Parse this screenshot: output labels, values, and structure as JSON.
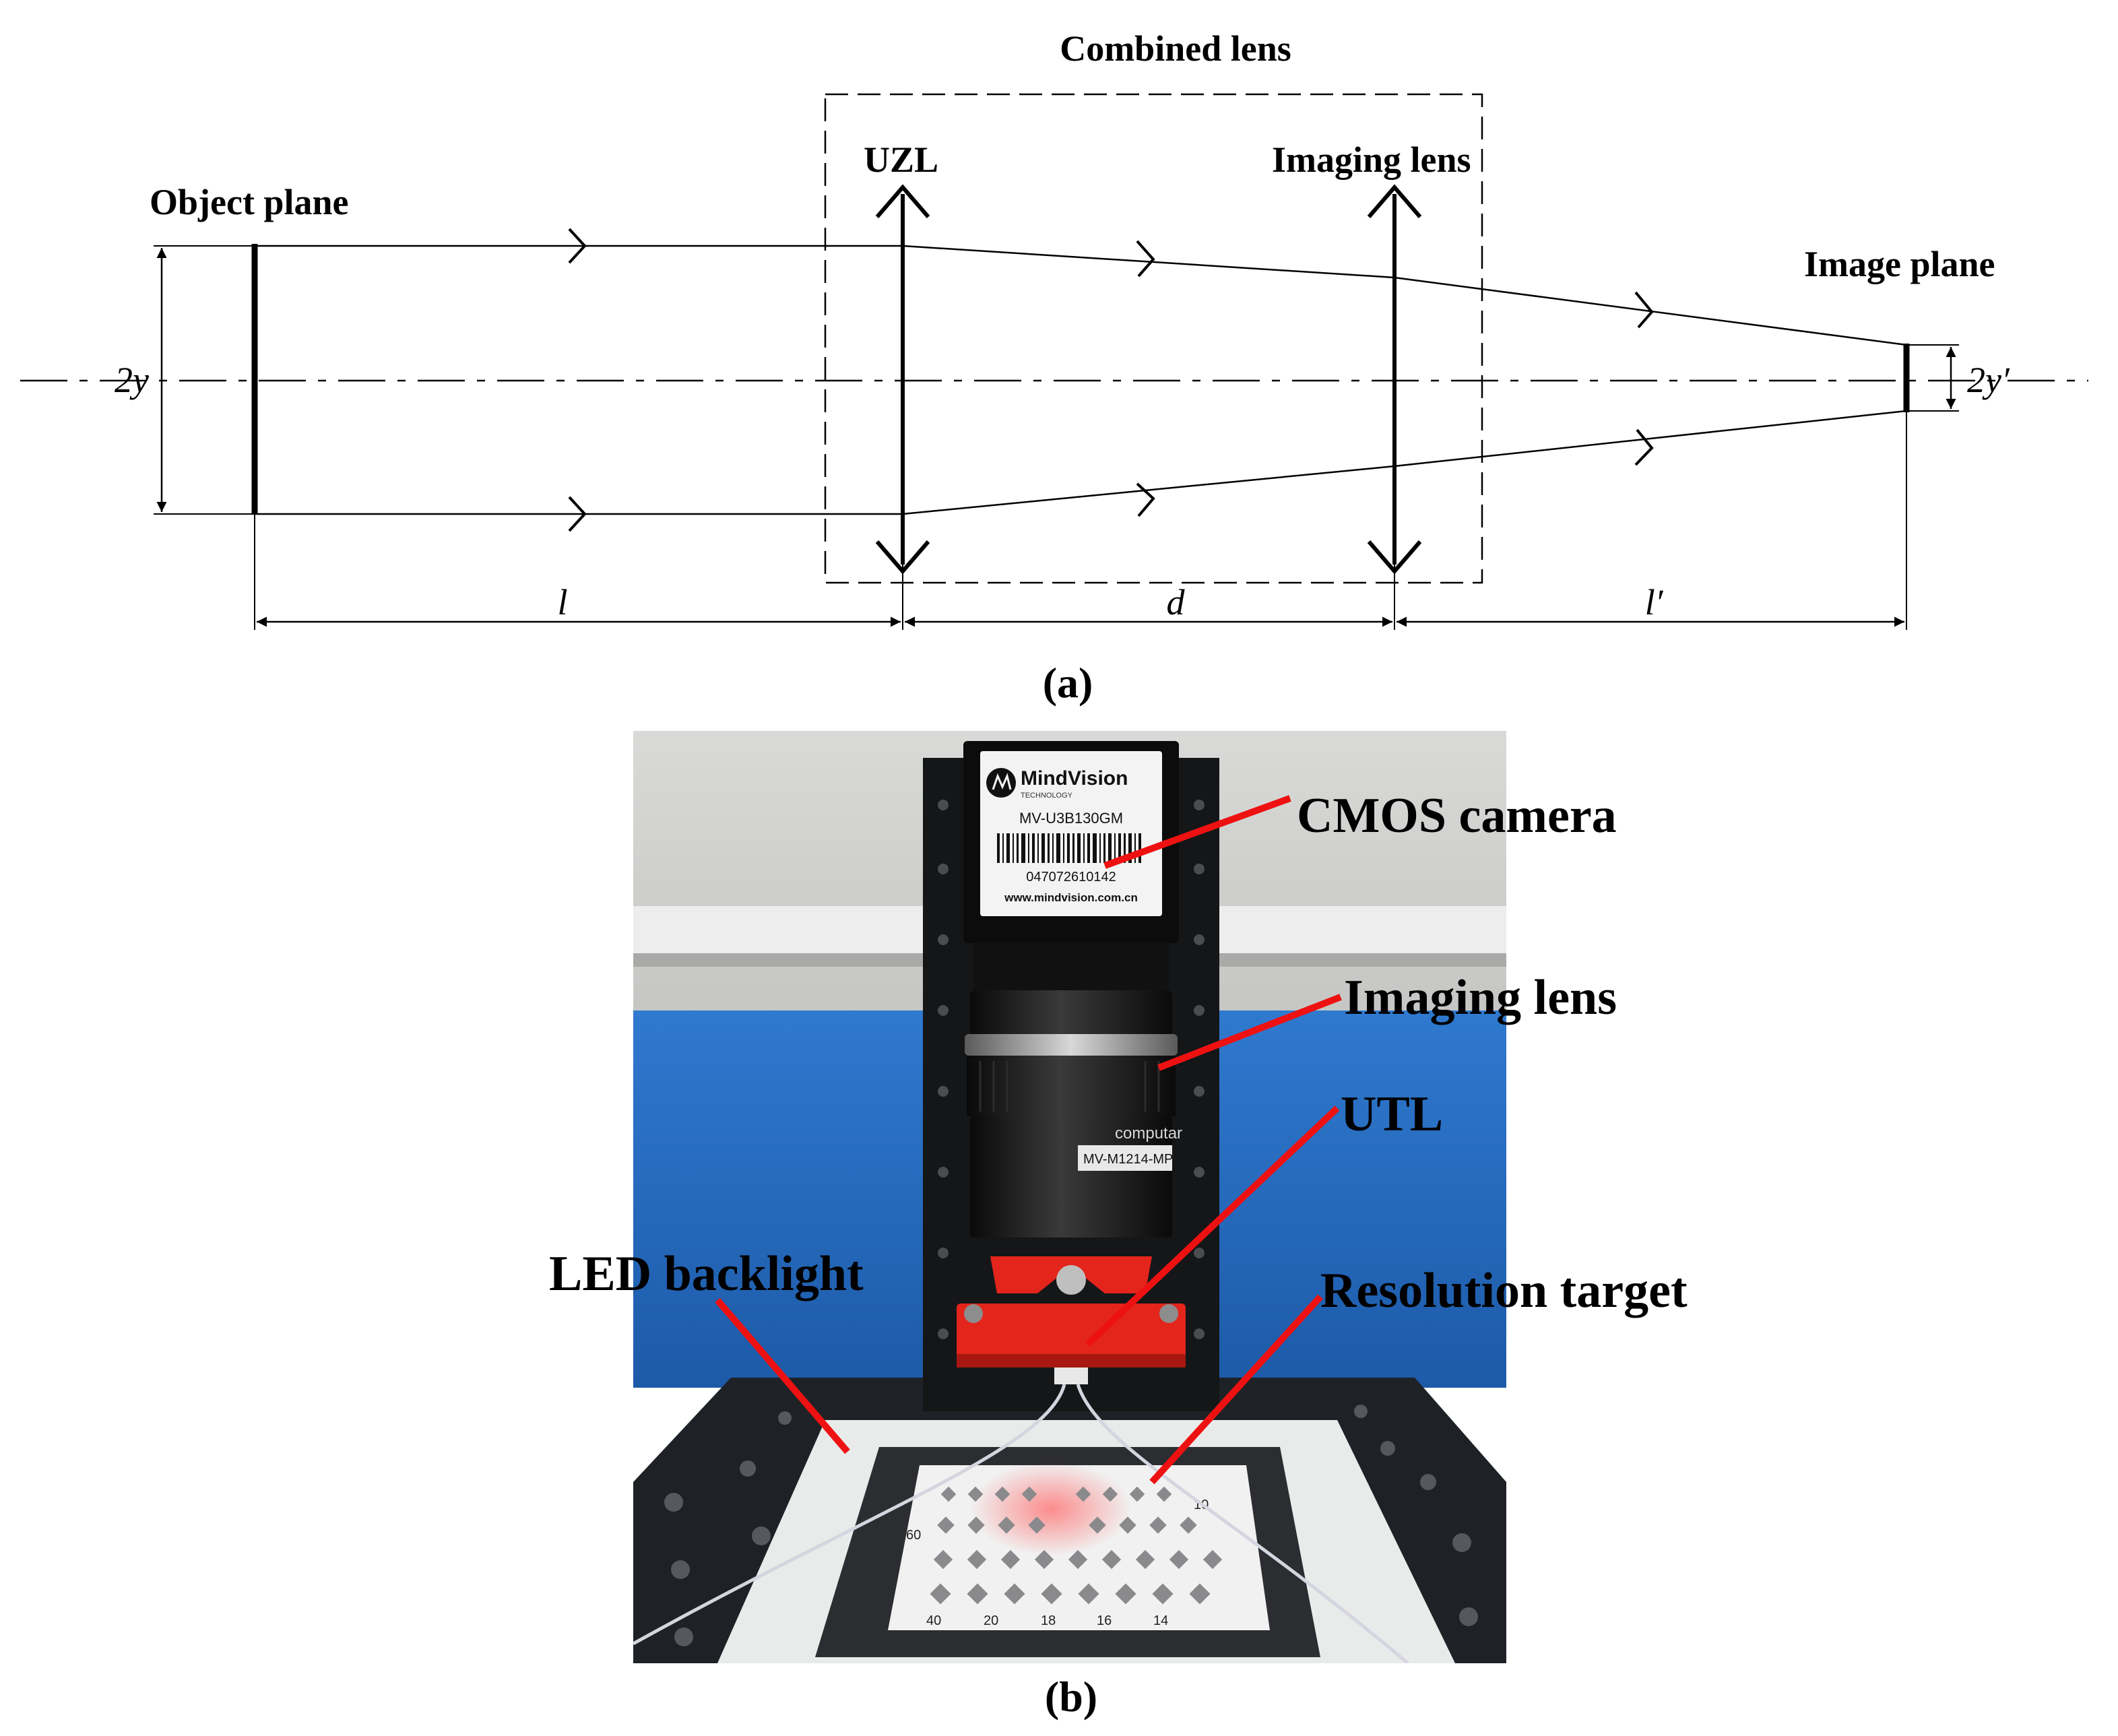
{
  "diagram_a": {
    "combined_lens_label": "Combined lens",
    "uzl_label": "UZL",
    "imaging_lens_label": "Imaging lens",
    "object_plane_label": "Object plane",
    "image_plane_label": "Image plane",
    "object_height_label": "2y",
    "image_height_label": "2y′",
    "dist_l_label": "l",
    "dist_d_label": "d",
    "dist_l_prime_label": "l′",
    "caption": "(a)"
  },
  "photo_b": {
    "cmos_camera_label": "CMOS camera",
    "imaging_lens_label": "Imaging lens",
    "utl_label": "UTL",
    "led_backlight_label": "LED backlight",
    "resolution_target_label": "Resolution target",
    "camera_brand": "MindVision",
    "camera_brand_sub": "TECHNOLOGY",
    "camera_model": "MV-U3B130GM",
    "camera_serial": "047072610142",
    "camera_url": "www.mindvision.com.cn",
    "lens_brand": "computar",
    "lens_model": "MV-M1214-MP",
    "target_scale_numbers": [
      "40",
      "20",
      "18",
      "16",
      "14"
    ],
    "target_side_numbers": [
      "60",
      "10"
    ],
    "caption": "(b)",
    "colors": {
      "callout_line": "#ee1111",
      "backdrop_blue": "#2a6fc2",
      "mount_red": "#e3251c",
      "table_dark": "#1e2226"
    }
  }
}
